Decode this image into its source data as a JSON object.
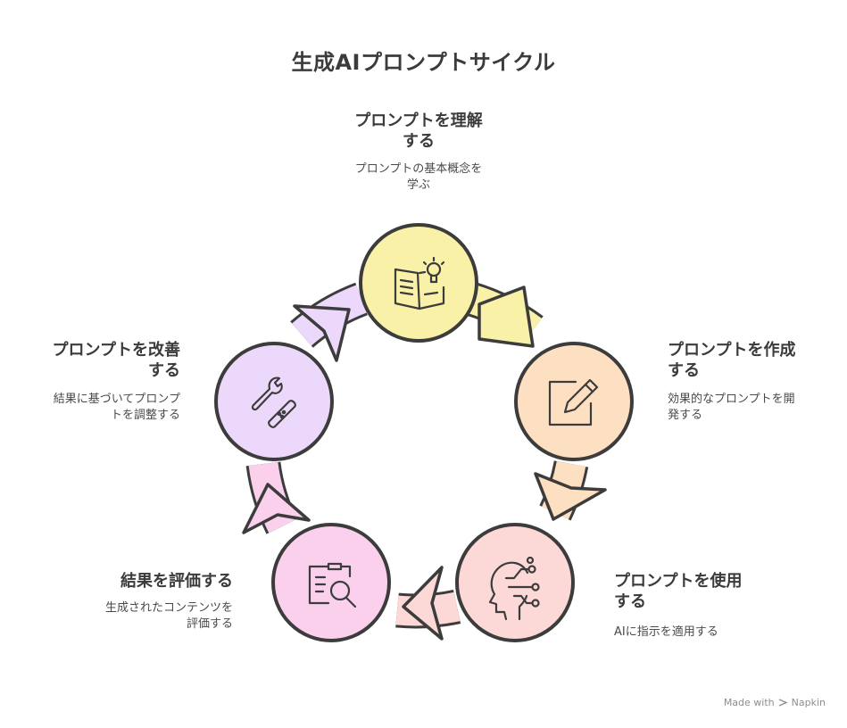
{
  "title": "生成AIプロンプトサイクル",
  "steps": [
    {
      "title_lines": [
        "プロンプトを理解",
        "する"
      ],
      "desc_lines": [
        "プロンプトの基本概念を",
        "学ぶ"
      ],
      "icon": "open-book-lightbulb-icon",
      "color": "#f9f1a8"
    },
    {
      "title_lines": [
        "プロンプトを作成",
        "する"
      ],
      "desc_lines": [
        "効果的なプロンプトを開",
        "発する"
      ],
      "icon": "pencil-square-icon",
      "color": "#fde0c2"
    },
    {
      "title_lines": [
        "プロンプトを使用",
        "する"
      ],
      "desc_lines": [
        "AIに指示を適用する"
      ],
      "icon": "ai-head-circuit-icon",
      "color": "#fcd9d6"
    },
    {
      "title_lines": [
        "結果を評価する"
      ],
      "desc_lines": [
        "生成されたコンテンツを",
        "評価する"
      ],
      "icon": "clipboard-magnifier-icon",
      "color": "#fbd0ec"
    },
    {
      "title_lines": [
        "プロンプトを改善",
        "する"
      ],
      "desc_lines": [
        "結果に基づいてプロンプ",
        "トを調整する"
      ],
      "icon": "wrench-bandage-icon",
      "color": "#ecd8fb"
    }
  ],
  "watermark": {
    "prefix": "Made with",
    "brand": "Napkin"
  }
}
